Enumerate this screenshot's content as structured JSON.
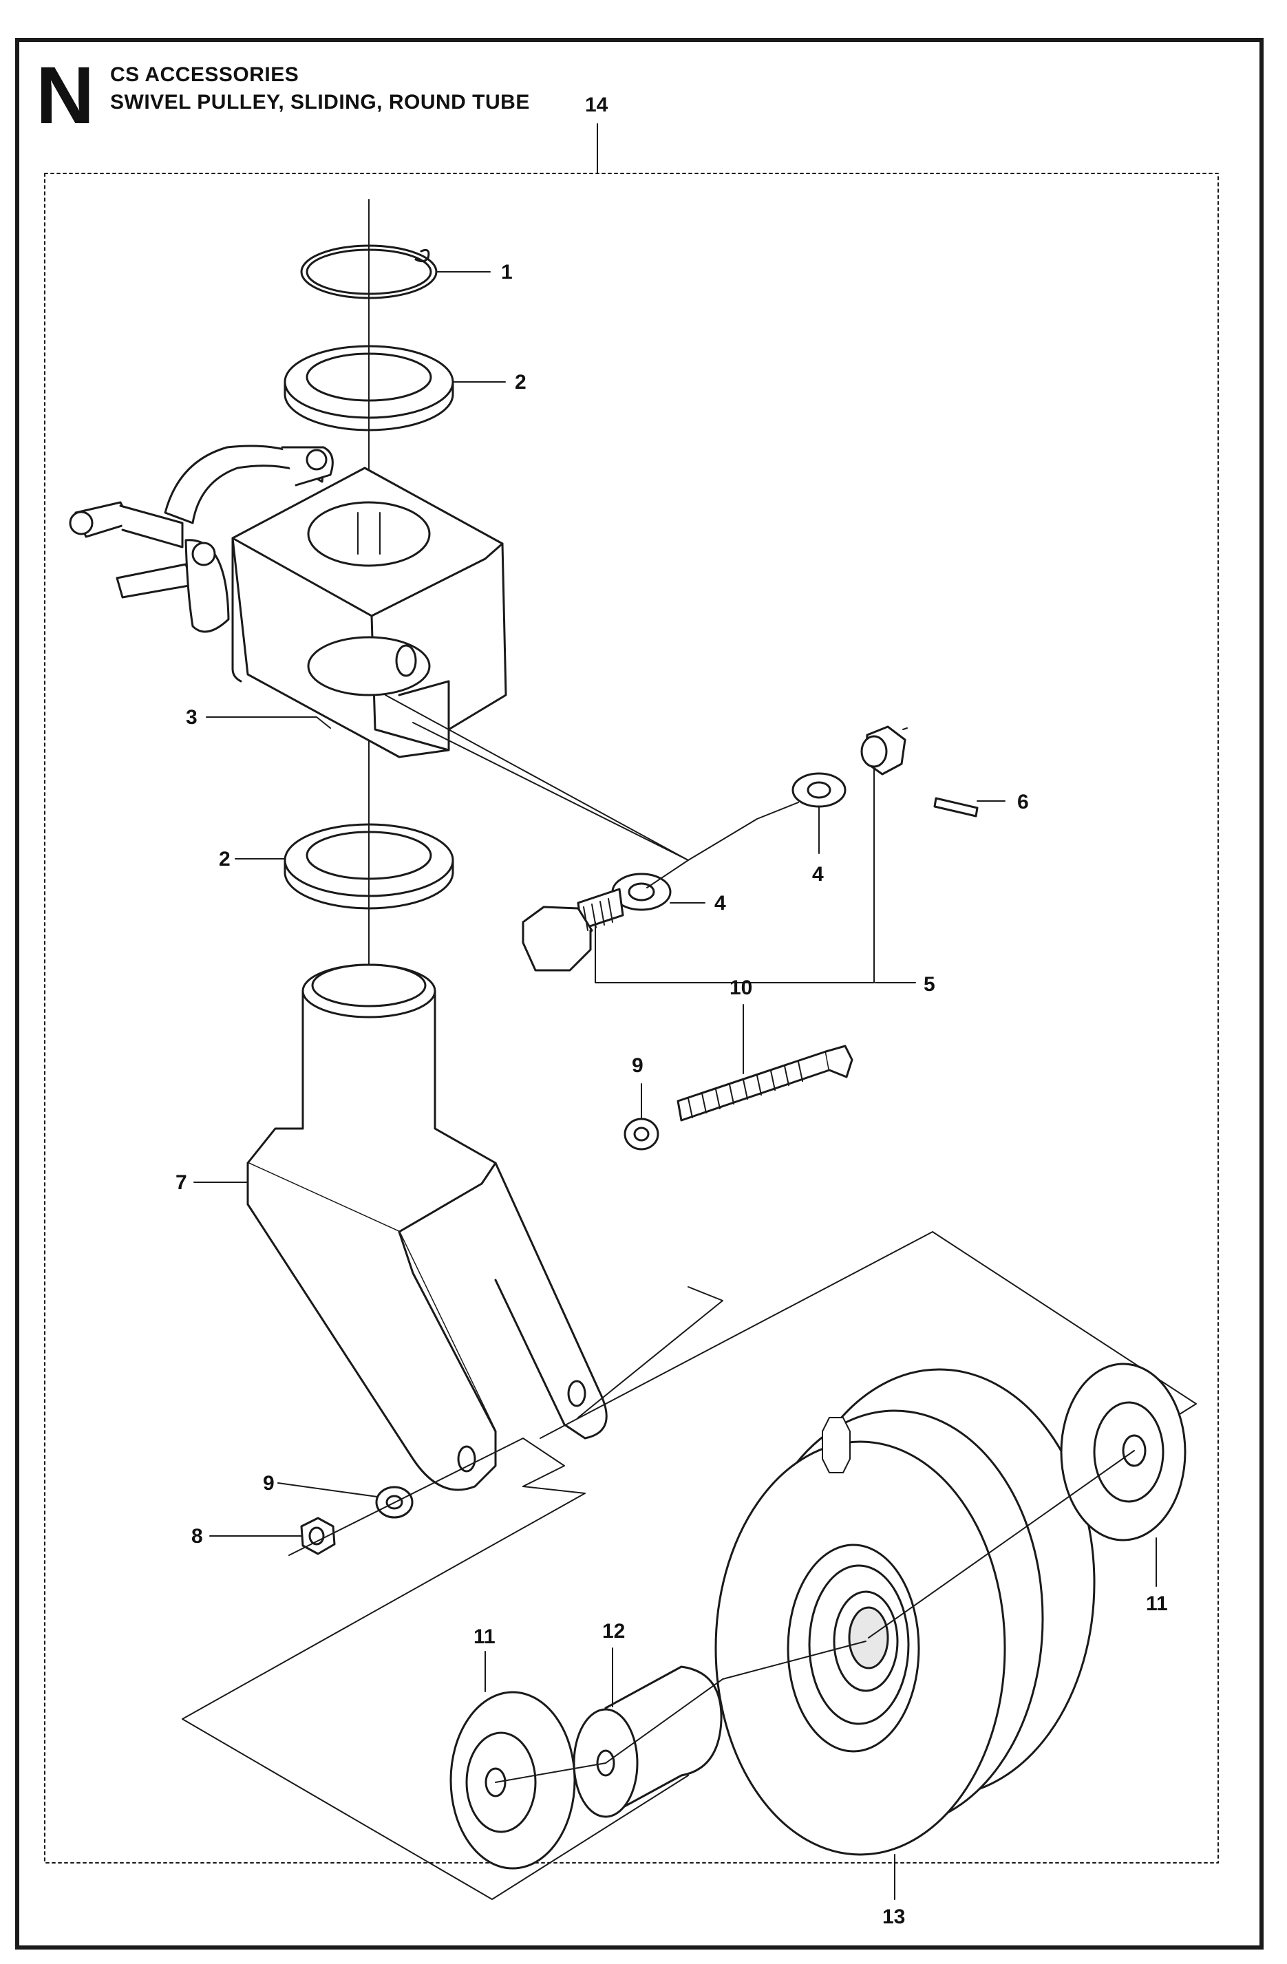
{
  "header": {
    "section_letter": "N",
    "category": "CS ACCESSORIES",
    "assembly": "SWIVEL PULLEY, SLIDING, ROUND TUBE"
  },
  "callouts": {
    "c1": "1",
    "c2a": "2",
    "c2b": "2",
    "c3": "3",
    "c4a": "4",
    "c4b": "4",
    "c5": "5",
    "c6": "6",
    "c7": "7",
    "c8": "8",
    "c9a": "9",
    "c9b": "9",
    "c10": "10",
    "c11a": "11",
    "c11b": "11",
    "c12": "12",
    "c13": "13",
    "c14": "14"
  },
  "colors": {
    "line": "#1a1a1a",
    "paper": "#ffffff",
    "shade": "#e8e8e8"
  }
}
